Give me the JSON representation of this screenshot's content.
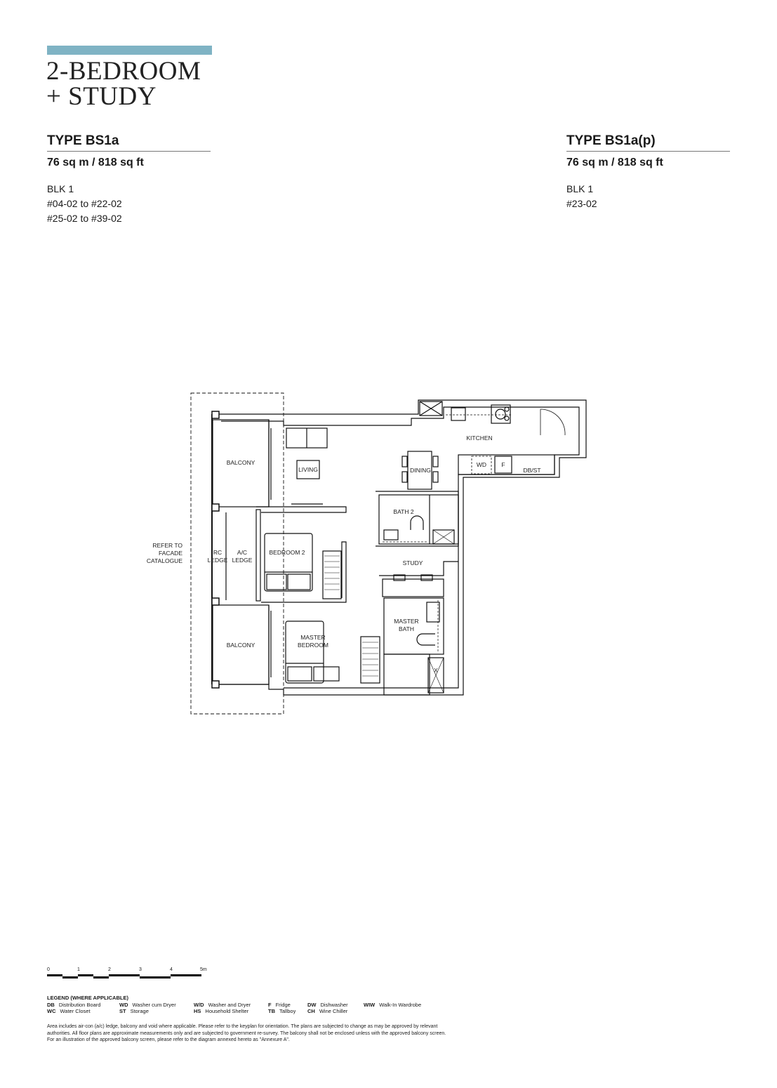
{
  "accent_color": "#7fb3c4",
  "title": {
    "line1": "2-BEDROOM",
    "line2": "+ STUDY"
  },
  "units": [
    {
      "type": "TYPE BS1a",
      "area": "76 sq m / 818 sq ft",
      "block": "BLK 1",
      "levels": [
        "#04-02 to #22-02",
        "#25-02 to #39-02"
      ]
    },
    {
      "type": "TYPE BS1a(p)",
      "area": "76 sq m / 818 sq ft",
      "block": "BLK 1",
      "levels": [
        "#23-02"
      ]
    }
  ],
  "plan_labels": {
    "balcony_top": "BALCONY",
    "living": "LIVING",
    "kitchen": "KITCHEN",
    "dining": "DINING",
    "wd": "WD",
    "fridge": "F",
    "dbst": "DB/ST",
    "bath2": "BATH 2",
    "bedroom2": "BEDROOM 2",
    "rc_ledge": [
      "RC",
      "LEDGE"
    ],
    "ac_ledge": [
      "A/C",
      "LEDGE"
    ],
    "facade": [
      "REFER TO",
      "FACADE",
      "CATALOGUE"
    ],
    "study": "STUDY",
    "master_bath": [
      "MASTER",
      "BATH"
    ],
    "master_bedroom": [
      "MASTER",
      "BEDROOM"
    ],
    "balcony_bottom": "BALCONY",
    "shelter_x": "X"
  },
  "scale_bar": {
    "ticks": [
      "0",
      "1",
      "2",
      "3",
      "4",
      "5m"
    ]
  },
  "legend": {
    "title": "LEGEND (WHERE APPLICABLE)",
    "items": [
      {
        "code": "DB",
        "label": "Distribution Board"
      },
      {
        "code": "WD",
        "label": "Washer cum Dryer"
      },
      {
        "code": "W/D",
        "label": "Washer and Dryer"
      },
      {
        "code": "F",
        "label": "Fridge"
      },
      {
        "code": "DW",
        "label": "Dishwasher"
      },
      {
        "code": "WIW",
        "label": "Walk-In Wardrobe"
      },
      {
        "code": "WC",
        "label": "Water Closet"
      },
      {
        "code": "ST",
        "label": "Storage"
      },
      {
        "code": "HS",
        "label": "Household Shelter"
      },
      {
        "code": "TB",
        "label": "Tallboy"
      },
      {
        "code": "CH",
        "label": "Wine Chiller"
      }
    ]
  },
  "disclaimer": "Area includes air-con (a/c) ledge, balcony and void where applicable. Please refer to the keyplan for orientation. The plans are subjected to change as may be approved by relevant authorities. All floor plans are approximate measurements only and are subjected to government re-survey. The balcony shall not be enclosed unless with the approved balcony screen. For an illustration of the approved balcony screen, please refer to the diagram annexed hereto as \"Annexure A\"."
}
